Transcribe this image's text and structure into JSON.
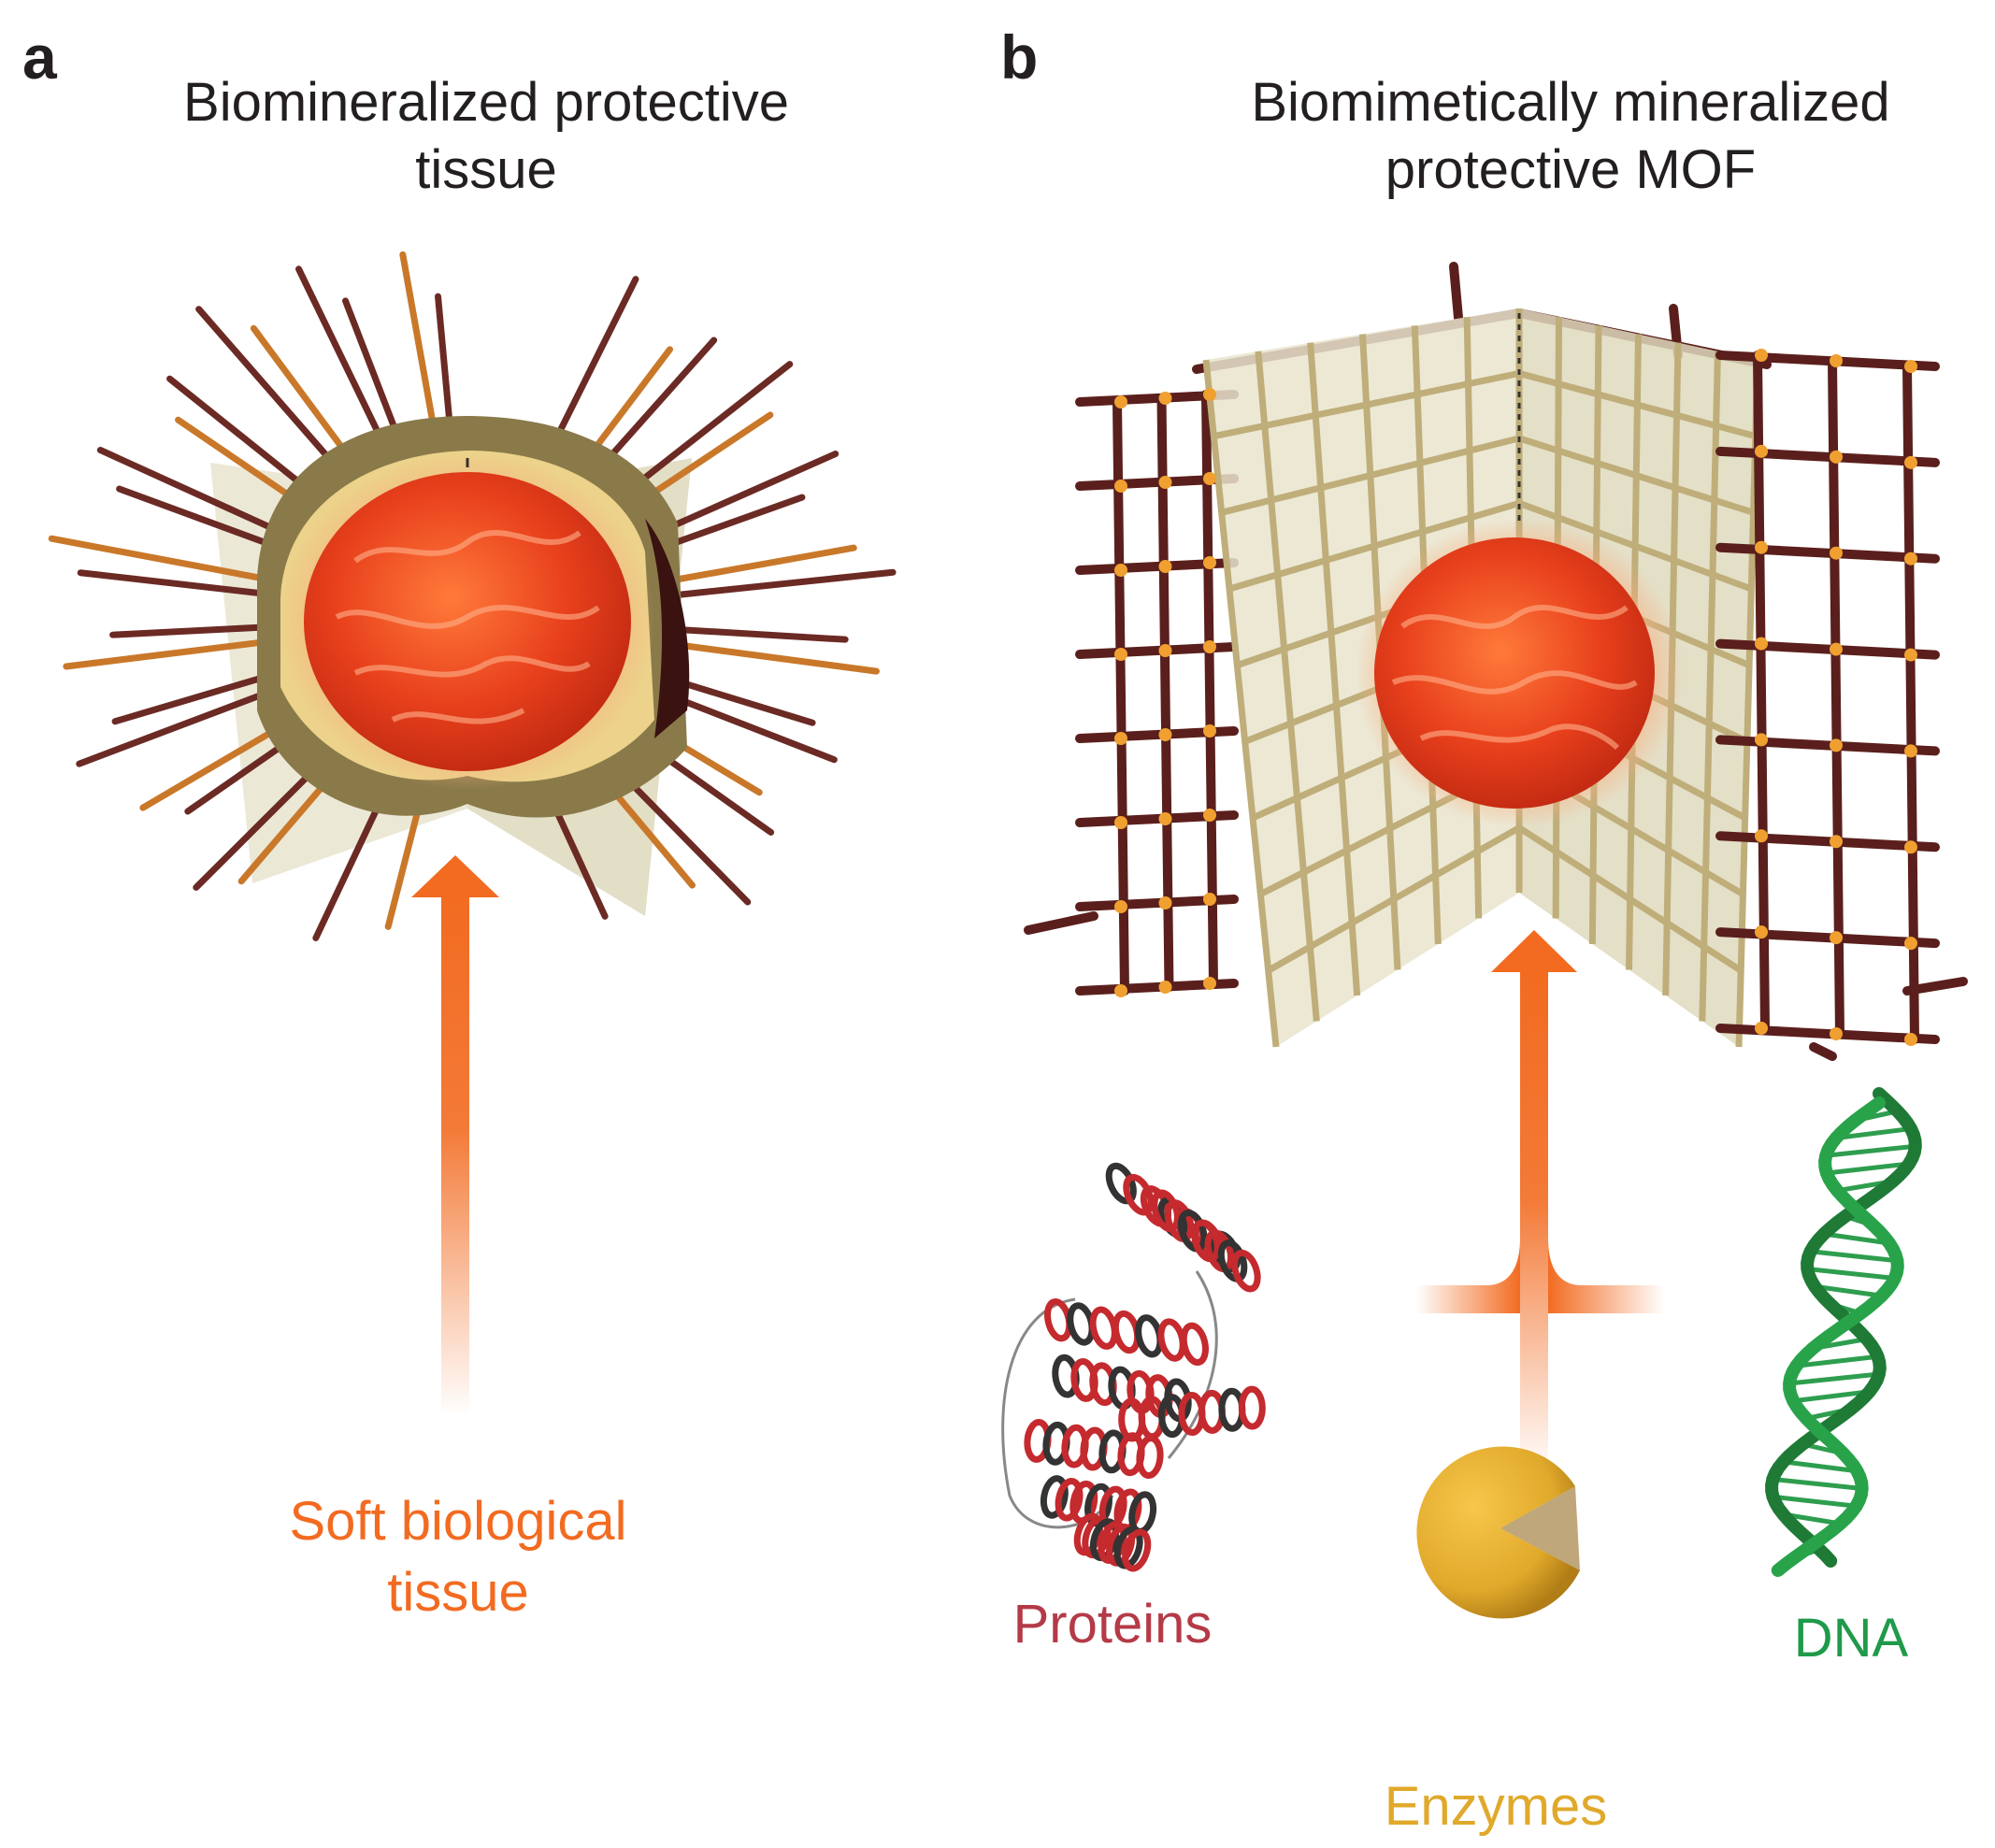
{
  "panels": [
    {
      "letter": "a",
      "title_line1": "Biomineralized protective",
      "title_line2": "tissue",
      "label_line1": "Soft biological",
      "label_line2": "tissue"
    },
    {
      "letter": "b",
      "title_line1": "Biomimetically mineralized",
      "title_line2": "protective MOF"
    }
  ],
  "biomacromolecules": [
    {
      "label": "Proteins",
      "color": "#b43a48",
      "icon": "protein-ribbon-icon"
    },
    {
      "label": "Enzymes",
      "color": "#e0a92b",
      "icon": "enzyme-pacman-icon"
    },
    {
      "label": "DNA",
      "color": "#1f9a4a",
      "icon": "dna-helix-icon"
    }
  ],
  "colors": {
    "arrow": "#f26b21",
    "soft_tissue_text": "#f26b21",
    "tissue_core": "#e8401c",
    "shell": "#8a7a4a",
    "spine": "#6b2a24",
    "frame": "#5a1f1c",
    "frame_node": "#f0a030",
    "inner_grid": "#bfae7a",
    "pane": "#e6e1c9"
  }
}
